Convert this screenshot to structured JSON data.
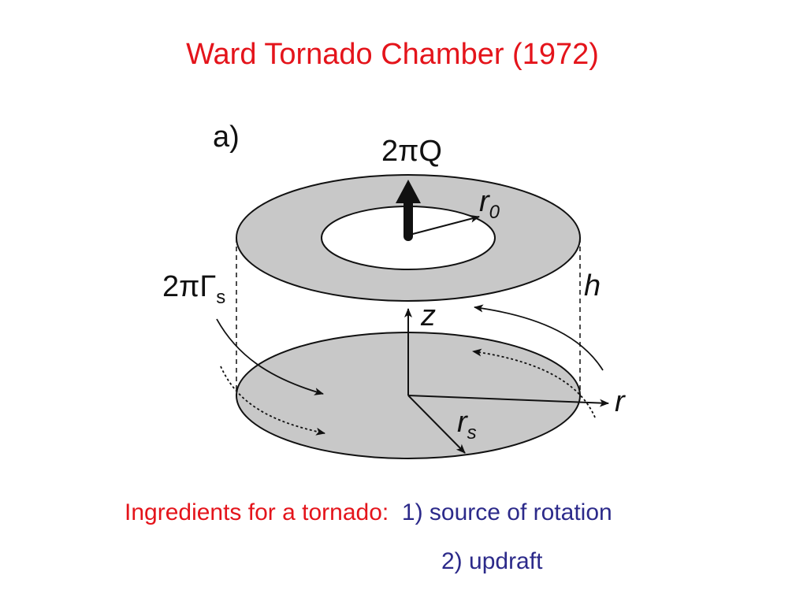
{
  "title": "Ward Tornado Chamber (1972)",
  "diagram": {
    "panel_label": "a)",
    "flux_label": "2πQ",
    "circulation_label_main": "2πΓ",
    "circulation_label_sub": "s",
    "r0_label_main": "r",
    "r0_label_sub": "0",
    "h_label": "h",
    "z_label": "z",
    "r_label": "r",
    "rs_label_main": "r",
    "rs_label_sub": "s",
    "colors": {
      "disk_fill": "#c8c8c8",
      "outline": "#111111"
    }
  },
  "caption": {
    "prefix": "Ingredients for a tornado:",
    "item1": "1) source of rotation",
    "item2": "2) updraft",
    "colors": {
      "prefix": "#e4141b",
      "items": "#2c2a8a"
    }
  }
}
